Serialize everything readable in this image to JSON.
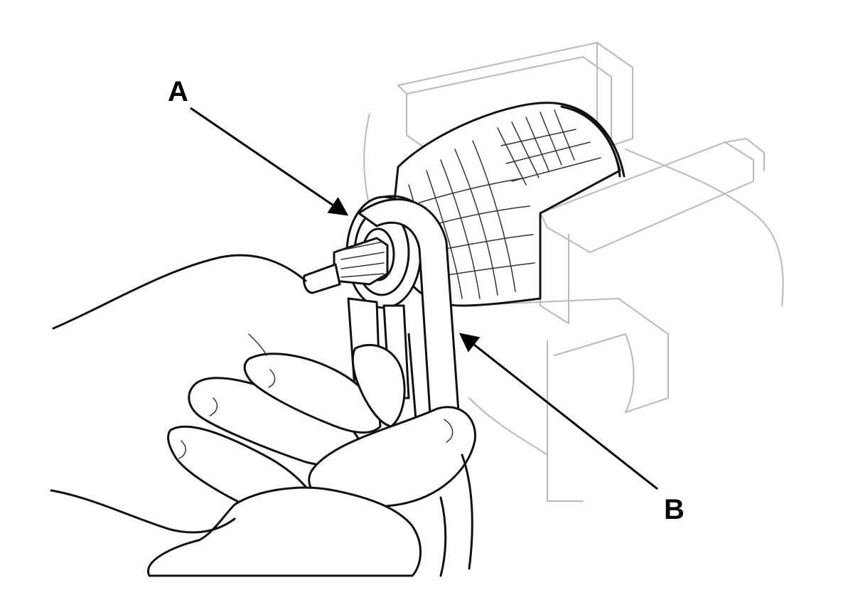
{
  "diagram": {
    "callouts": [
      {
        "id": "A",
        "label": "A"
      },
      {
        "id": "B",
        "label": "B"
      }
    ],
    "colors": {
      "ink": "#111111",
      "ghost": "#b9b9b9",
      "background": "#ffffff"
    }
  }
}
